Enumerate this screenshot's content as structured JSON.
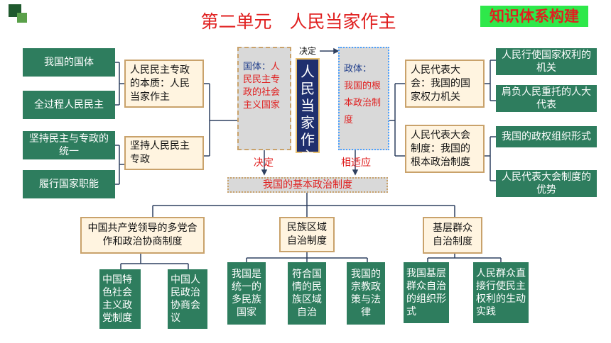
{
  "title": "第二单元　人民当家作主",
  "badge": "知识体系构建",
  "left": {
    "boxes": [
      "我国的国体",
      "全过程人民民主",
      "坚持民主与专政的统一",
      "履行国家职能"
    ],
    "mid": [
      "人民民主专政的本质：人民当家作主",
      "坚持人民民主专政"
    ]
  },
  "center": {
    "guoti_label": "国体：",
    "guoti_text": "人民民主专政的社会主义国家",
    "core": "人民当家作主",
    "zhengti_label": "政体：",
    "zhengti_text": "我国的根本政治制度",
    "arrow_top": "决定",
    "arrow_left": "决定",
    "arrow_right": "相适应",
    "basic": "我国的基本政治制度"
  },
  "right": {
    "mid": [
      "人民代表大会：我国的国家权力机关",
      "人民代表大会制度：我国的根本政治制度"
    ],
    "boxes": [
      "人民行使国家权利的机关",
      "肩负人民重托的人大代表",
      "我国的政权组织形式",
      "人民代表大会制度的优势"
    ]
  },
  "bottom": {
    "groups": [
      "中国共产党领导的多党合作和政治协商制度",
      "民族区域自治制度",
      "基层群众自治制度"
    ],
    "leaves": [
      "中国特色社会主义政党制度",
      "中国人民政治协商会议",
      "我国是统一的多民族国家",
      "符合国情的民族区域自治",
      "我国的宗教政策与法律",
      "我国基层群众自治的组织形式",
      "人民群众直接行使民主权利的生动实践"
    ]
  }
}
